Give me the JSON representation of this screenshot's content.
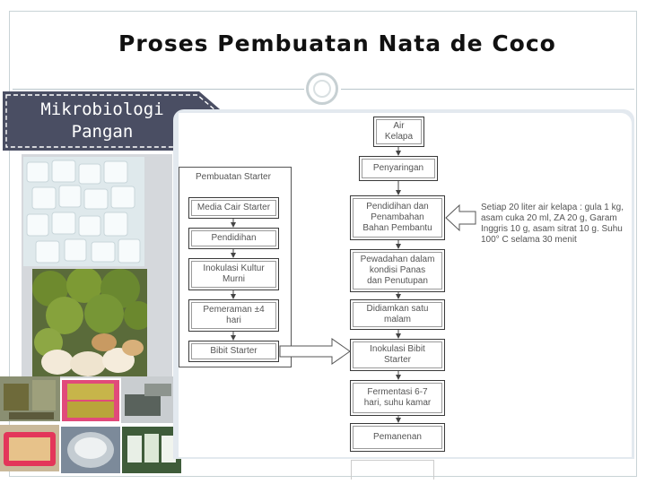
{
  "title": "Proses Pembuatan Nata de Coco",
  "banner": {
    "line1": "Mikrobiologi",
    "line2": "Pangan"
  },
  "starter_section": {
    "label": "Pembuatan Starter",
    "steps": [
      "Media Cair Starter",
      "Pendidihan",
      "Inokulasi Kultur\nMurni",
      "Pemeraman ±4\nhari",
      "Bibit Starter"
    ]
  },
  "main_flow": [
    "Air\nKelapa",
    "Penyaringan",
    "Pendidihan dan\nPenambahan\nBahan Pembantu",
    "Pewadahan dalam\nkondisi Panas\ndan Penutupan",
    "Didiamkan satu\nmalam",
    "Inokulasi Bibit\nStarter",
    "Fermentasi 6-7\nhari, suhu kamar",
    "Pemanenan"
  ],
  "note": "Setiap 20 liter air kelapa : gula 1 kg, asam cuka 20 ml, ZA 20 g, Garam Inggris 10 g, asam sitrat 10 g. Suhu 100° C selama 30 menit",
  "colors": {
    "banner": "#4a4e63",
    "arrow_fill": "#ffffff",
    "photo_bg": "#d5d8dc"
  }
}
